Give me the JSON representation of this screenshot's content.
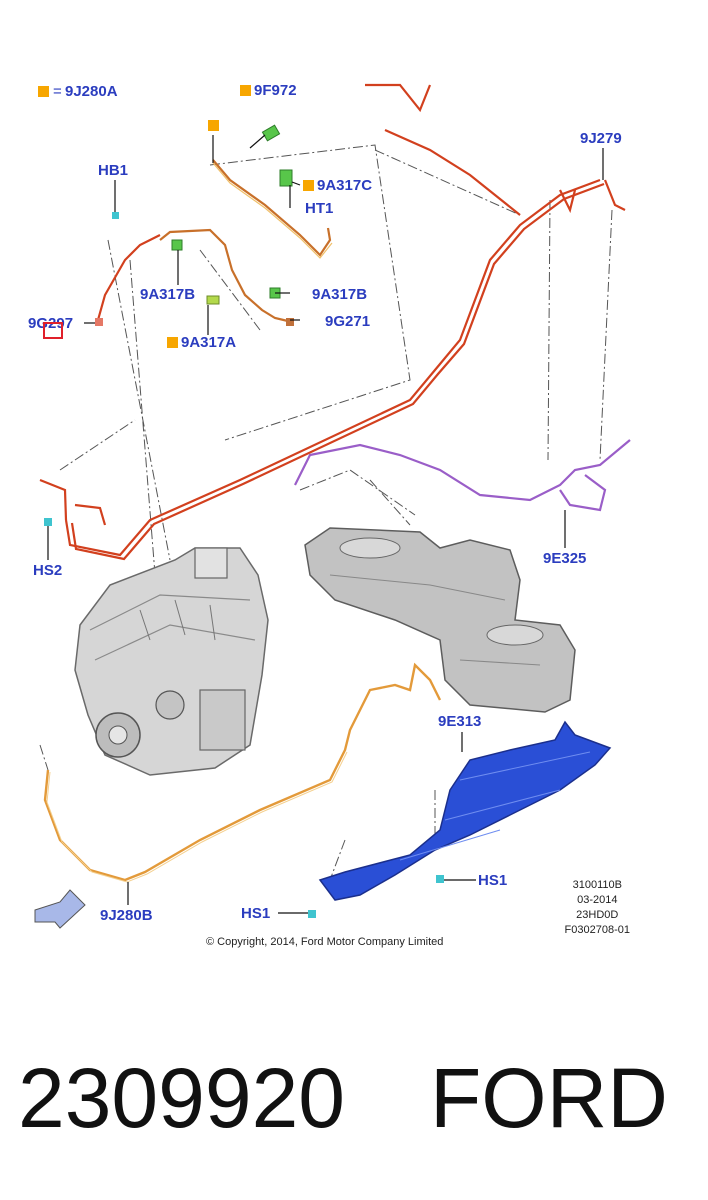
{
  "legend": {
    "equals": "=",
    "code": "9J280A"
  },
  "colors": {
    "label": "#2b3dbf",
    "marker": "#f7a600",
    "red_line": "#d2401e",
    "orange_line": "#e39a3a",
    "purple_line": "#9a5ec8",
    "blue_shield": "#2a4fd6",
    "engine_gray": "#c8c8c8",
    "tank_gray": "#b9b9b9"
  },
  "labels": {
    "l9f972": "9F972",
    "l9a317c": "9A317C",
    "lht1": "HT1",
    "lhb1": "HB1",
    "l9a317b_1": "9A317B",
    "l9a317b_2": "9A317B",
    "l9g297": "9G297",
    "l9g271": "9G271",
    "l9a317a": "9A317A",
    "l9j279": "9J279",
    "lhs2": "HS2",
    "l9e325": "9E325",
    "l9e313": "9E313",
    "lhs1_1": "HS1",
    "lhs1_2": "HS1",
    "l9j280b": "9J280B"
  },
  "meta": {
    "line1": "3100110B",
    "line2": "03-2014",
    "line3": "23HD0D",
    "line4": "F0302708-01"
  },
  "copyright": "© Copyright, 2014, Ford Motor Company Limited",
  "footer": {
    "part_number": "2309920",
    "brand": "FORD"
  }
}
